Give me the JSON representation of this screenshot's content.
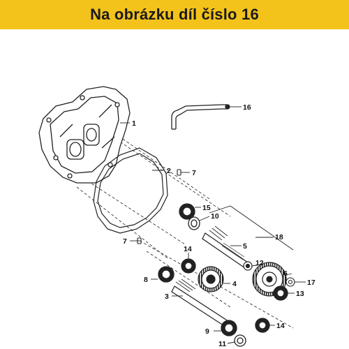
{
  "banner": {
    "title": "Na obrázku díl číslo 16",
    "background": "#f4c31b"
  },
  "callouts": [
    {
      "id": "1",
      "label": "1"
    },
    {
      "id": "2",
      "label": "2"
    },
    {
      "id": "3",
      "label": "3"
    },
    {
      "id": "4",
      "label": "4"
    },
    {
      "id": "5",
      "label": "5"
    },
    {
      "id": "6",
      "label": "6"
    },
    {
      "id": "7a",
      "label": "7"
    },
    {
      "id": "7b",
      "label": "7"
    },
    {
      "id": "8",
      "label": "8"
    },
    {
      "id": "9",
      "label": "9"
    },
    {
      "id": "10",
      "label": "10"
    },
    {
      "id": "11",
      "label": "11"
    },
    {
      "id": "12",
      "label": "12"
    },
    {
      "id": "13",
      "label": "13"
    },
    {
      "id": "14a",
      "label": "14"
    },
    {
      "id": "14b",
      "label": "14"
    },
    {
      "id": "15",
      "label": "15"
    },
    {
      "id": "16",
      "label": "16"
    },
    {
      "id": "17",
      "label": "17"
    },
    {
      "id": "18",
      "label": "18"
    }
  ]
}
